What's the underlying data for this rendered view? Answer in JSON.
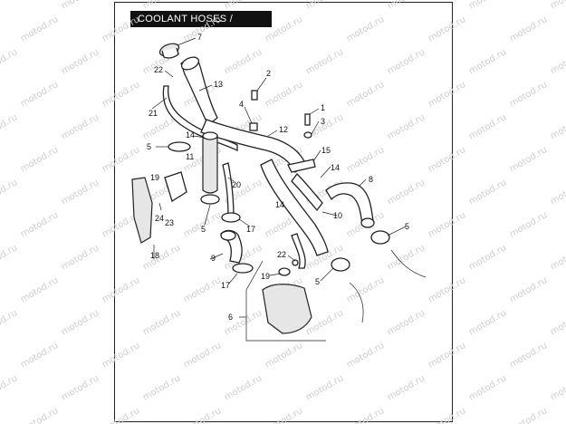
{
  "header": {
    "title": "COOLANT HOSES / BOTTLE"
  },
  "watermark": {
    "text": "motod.ru",
    "color": "#cfcfcf"
  },
  "callouts": [
    {
      "id": "c7",
      "label": "7"
    },
    {
      "id": "c22a",
      "label": "22"
    },
    {
      "id": "c13",
      "label": "13"
    },
    {
      "id": "c21",
      "label": "21"
    },
    {
      "id": "c2",
      "label": "2"
    },
    {
      "id": "c4",
      "label": "4"
    },
    {
      "id": "c12",
      "label": "12"
    },
    {
      "id": "c1",
      "label": "1"
    },
    {
      "id": "c3",
      "label": "3"
    },
    {
      "id": "c5a",
      "label": "5"
    },
    {
      "id": "c14a",
      "label": "14"
    },
    {
      "id": "c11",
      "label": "11"
    },
    {
      "id": "c15",
      "label": "15"
    },
    {
      "id": "c14b",
      "label": "14"
    },
    {
      "id": "c19a",
      "label": "19"
    },
    {
      "id": "c8",
      "label": "8"
    },
    {
      "id": "c20",
      "label": "20"
    },
    {
      "id": "c14c",
      "label": "14"
    },
    {
      "id": "c10",
      "label": "10"
    },
    {
      "id": "c24",
      "label": "24"
    },
    {
      "id": "c23",
      "label": "23"
    },
    {
      "id": "c5b",
      "label": "5"
    },
    {
      "id": "c17a",
      "label": "17"
    },
    {
      "id": "c5c",
      "label": "5"
    },
    {
      "id": "c18",
      "label": "18"
    },
    {
      "id": "c9",
      "label": "9"
    },
    {
      "id": "c22b",
      "label": "22"
    },
    {
      "id": "c19b",
      "label": "19"
    },
    {
      "id": "c5d",
      "label": "5"
    },
    {
      "id": "c17b",
      "label": "17"
    },
    {
      "id": "c6",
      "label": "6"
    }
  ]
}
